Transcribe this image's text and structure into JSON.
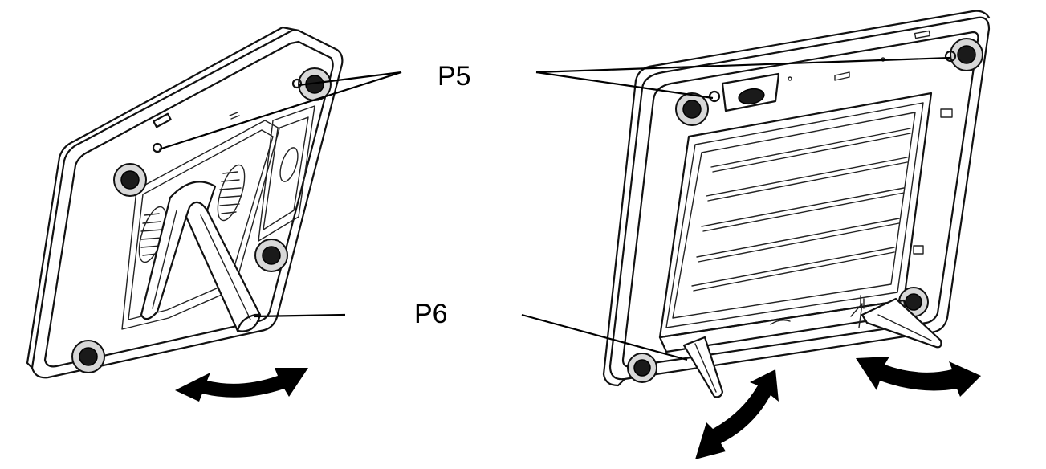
{
  "labels": {
    "p5": "P5",
    "p6": "P6"
  },
  "icons": {
    "rotate_arrow": "double-headed-curved-arrow"
  }
}
